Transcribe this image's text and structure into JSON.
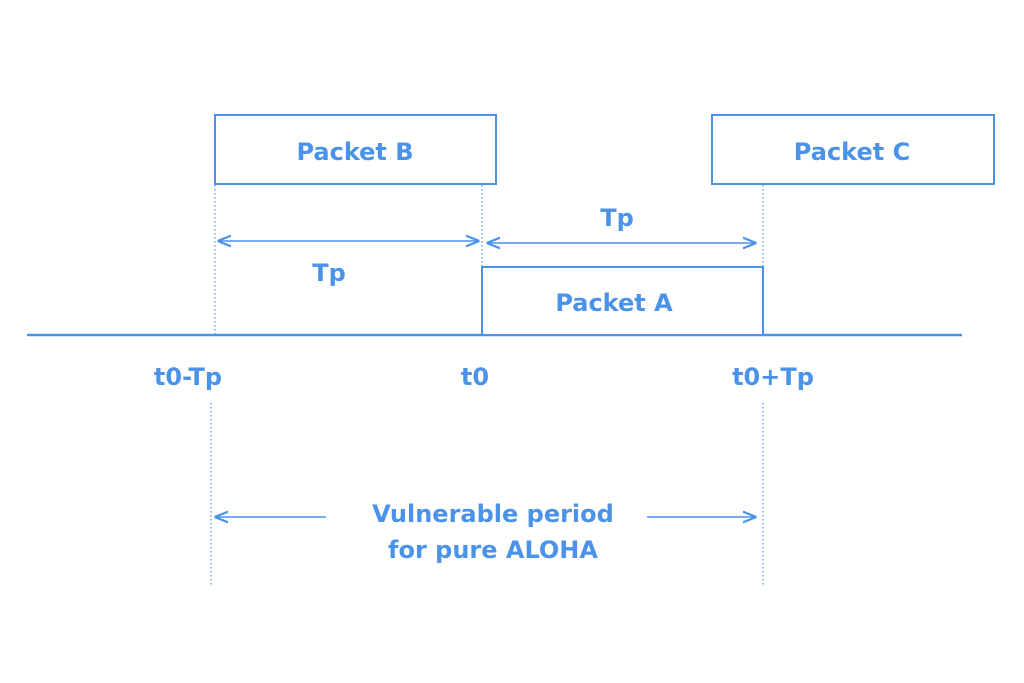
{
  "colors": {
    "accent": "#4b93e8",
    "background": "#ffffff"
  },
  "packets": {
    "a": "Packet A",
    "b": "Packet B",
    "c": "Packet C"
  },
  "intervals": {
    "left_tp": "Tp",
    "right_tp": "Tp"
  },
  "axis_labels": {
    "start": "t0-Tp",
    "mid": "t0",
    "end": "t0+Tp"
  },
  "vulnerable": {
    "line1": "Vulnerable period",
    "line2": "for pure ALOHA"
  }
}
